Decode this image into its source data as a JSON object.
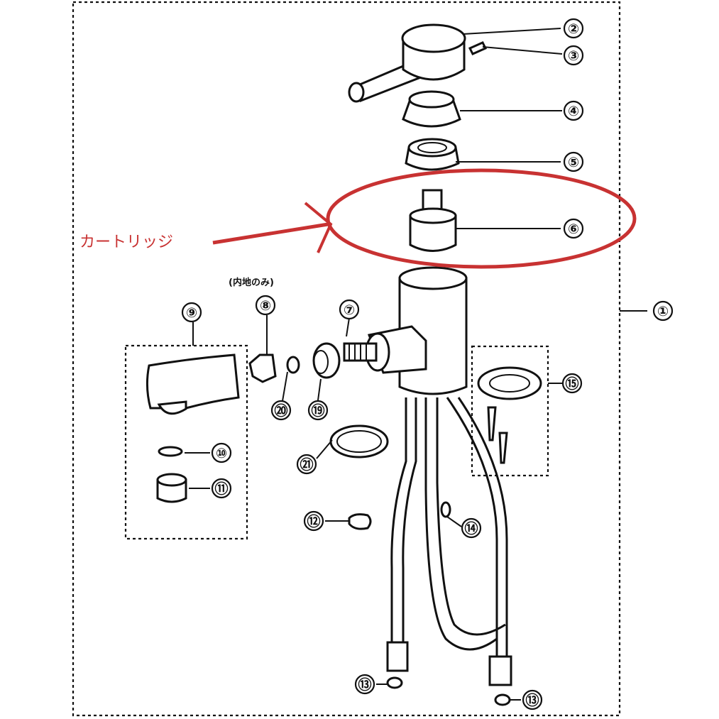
{
  "annotation": {
    "label": "カートリッジ",
    "color": "#c83232"
  },
  "note": "(内地のみ)",
  "callouts": [
    "①",
    "②",
    "③",
    "④",
    "⑤",
    "⑥",
    "⑦",
    "⑧",
    "⑨",
    "⑩",
    "⑪",
    "⑫",
    "⑬",
    "⑬",
    "⑭",
    "⑮",
    "⑲",
    "⑳",
    "㉑"
  ]
}
